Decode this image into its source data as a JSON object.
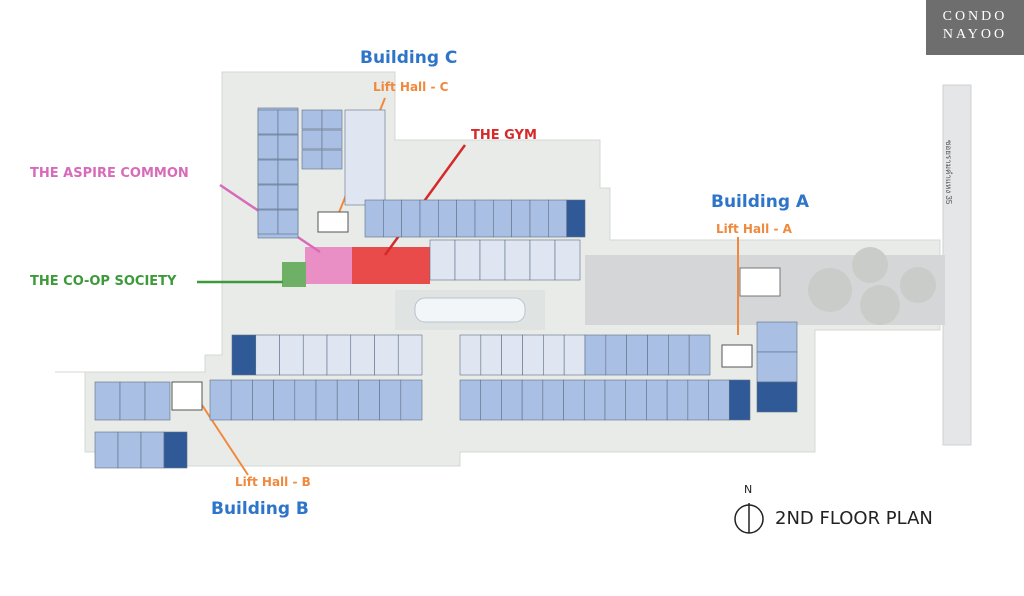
{
  "logo": {
    "line1": "CONDO",
    "line2": "NAYOO"
  },
  "labels": {
    "building_c": "Building C",
    "lift_hall_c": "Lift Hall - C",
    "the_gym": "THE GYM",
    "aspire_common": "THE ASPIRE COMMON",
    "building_a": "Building A",
    "lift_hall_a": "Lift Hall - A",
    "coop_society": "THE CO-OP SOCIETY",
    "lift_hall_b": "Lift Hall - B",
    "building_b": "Building B"
  },
  "street": "ซอยรามคำแหง 35",
  "north": "N",
  "floor_title": "2ND FLOOR PLAN",
  "colors": {
    "unit_blue": "#a9bfe3",
    "unit_light": "#dfe6f1",
    "unit_dark": "#2f5a97",
    "gym": "#e94a4a",
    "aspire": "#e98fc6",
    "coop": "#6fb067",
    "building_label": "#2e74c9",
    "lift_label": "#f0893d",
    "gym_label": "#d62a2a",
    "aspire_label": "#d86bb8",
    "coop_label": "#3d9a3a"
  }
}
